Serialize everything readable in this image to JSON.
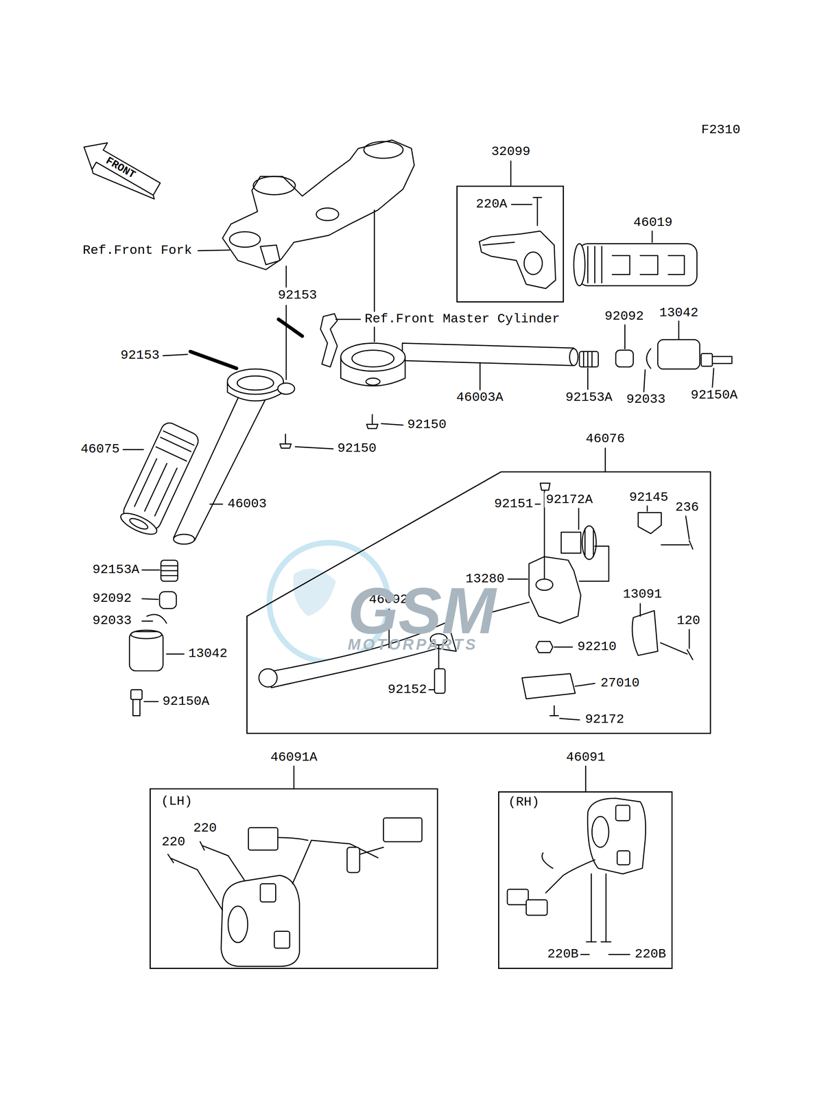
{
  "diagram": {
    "nodes": [
      {
        "text": [
          "32099"
        ]
      },
      {
        "text": [
          "46076"
        ]
      },
      {
        "text": [
          "46091A",
          "(LH)"
        ]
      },
      {
        "text": [
          "46091",
          "(RH)"
        ]
      }
    ],
    "labels": [
      "F2310",
      "FRONT",
      "220A",
      "46019",
      "Ref.Front Fork",
      "92153",
      "Ref.Front Master Cylinder",
      "92092",
      "13042",
      "92153",
      "46003A",
      "92153A",
      "92033",
      "92150A",
      "92150",
      "92150",
      "46075",
      "46003",
      "92151",
      "92172A",
      "92145",
      "236",
      "92153A",
      "13280",
      "13091",
      "92092",
      "46092",
      "120",
      "92033",
      "92210",
      "13042",
      "27010",
      "92152",
      "92150A",
      "92172",
      "220",
      "220",
      "220B",
      "220B",
      "GSM",
      "MOTORPARTS"
    ]
  }
}
